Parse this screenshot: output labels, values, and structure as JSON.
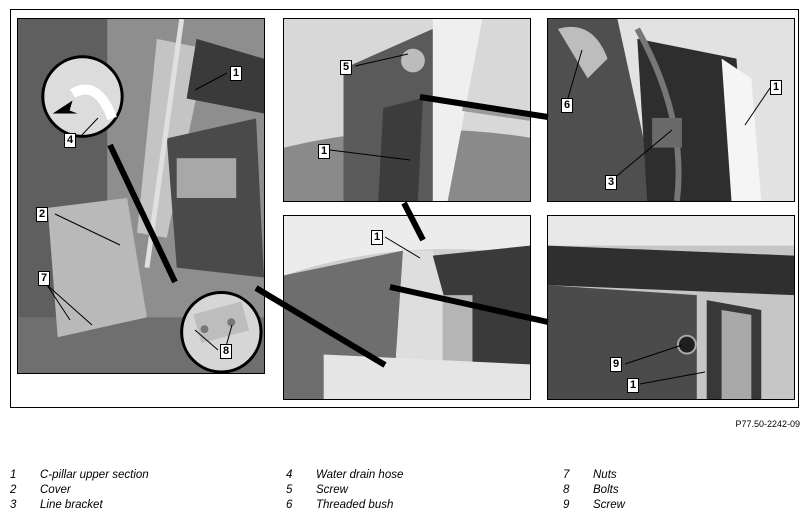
{
  "figure": {
    "reference": "P77.50-2242-09",
    "callouts": {
      "p1": [
        "1",
        "2",
        "4",
        "7",
        "8"
      ],
      "p2": [
        "5",
        "1"
      ],
      "p3": [
        "6",
        "1",
        "3"
      ],
      "p4": [
        "1"
      ],
      "p5": [
        "9",
        "1"
      ]
    }
  },
  "legend": [
    {
      "num": "1",
      "text": "C-pillar upper section"
    },
    {
      "num": "2",
      "text": "Cover"
    },
    {
      "num": "3",
      "text": "Line bracket"
    },
    {
      "num": "4",
      "text": "Water drain hose"
    },
    {
      "num": "5",
      "text": "Screw"
    },
    {
      "num": "6",
      "text": "Threaded bush"
    },
    {
      "num": "7",
      "text": "Nuts"
    },
    {
      "num": "8",
      "text": "Bolts"
    },
    {
      "num": "9",
      "text": "Screw"
    }
  ]
}
